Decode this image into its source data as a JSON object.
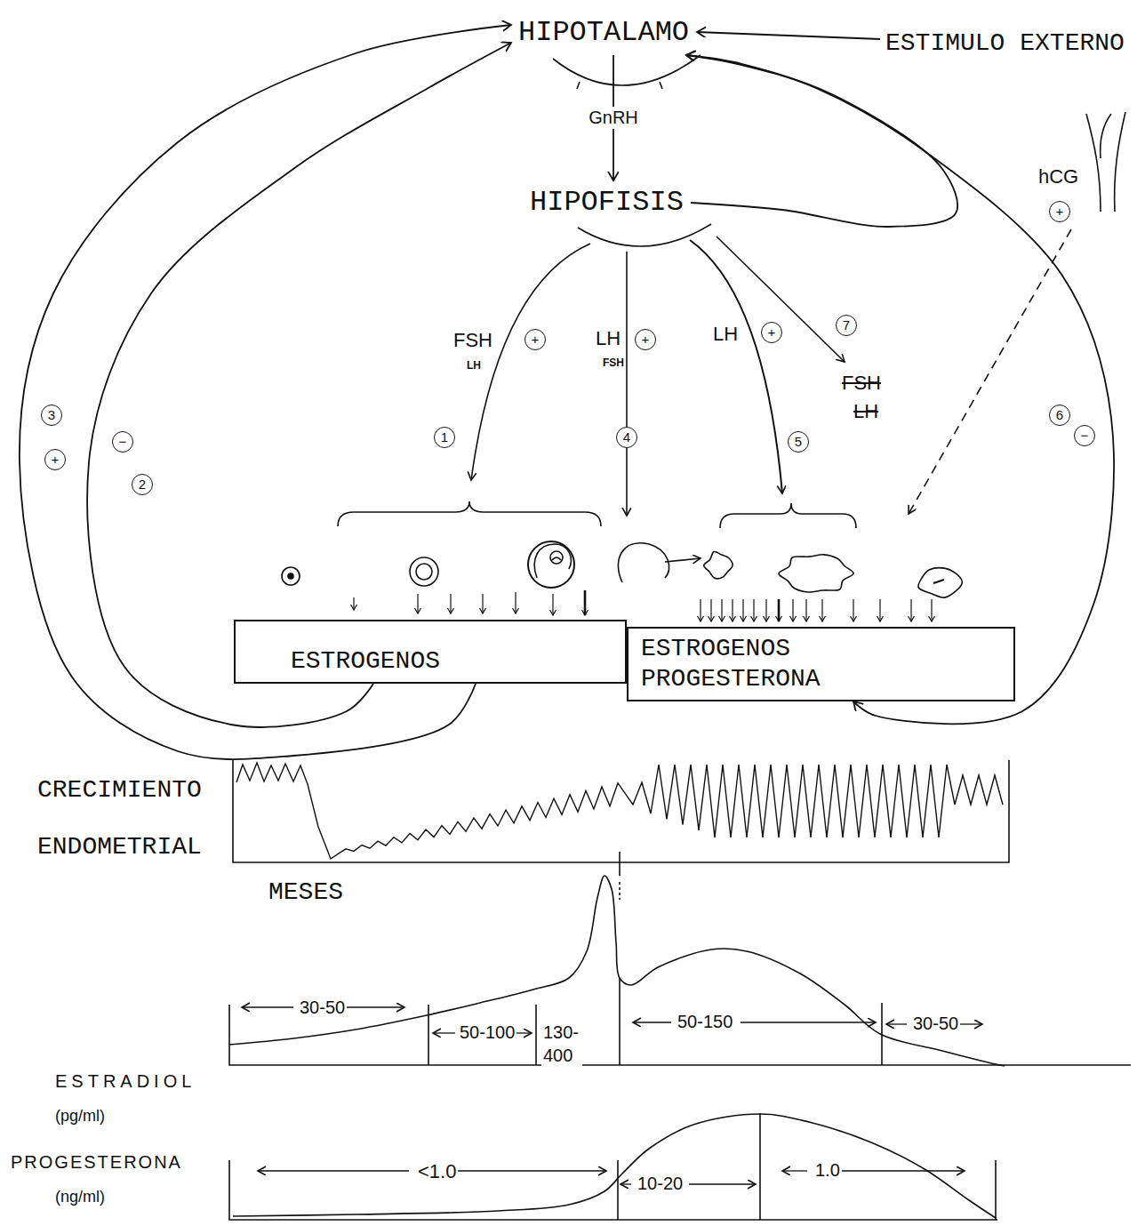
{
  "diagram": {
    "nodes": [
      {
        "text": [
          "HIPOTALAMO"
        ]
      },
      {
        "text": [
          "ESTIMULO EXTERNO"
        ]
      },
      {
        "text": [
          "HIPOFISIS"
        ]
      },
      {
        "text": [
          "ESTROGENOS"
        ]
      },
      {
        "text": [
          "ESTROGENOS PROGESTERONA"
        ]
      }
    ],
    "edges": [
      {
        "from": 1,
        "to": 0,
        "arrow": "to"
      },
      {
        "from": 0,
        "to": 2,
        "label": "GnRH",
        "arrow": "to"
      },
      {
        "from": 2,
        "to": 0,
        "arrow": "to"
      },
      {
        "from": 3,
        "to": 0,
        "arrow": "to"
      },
      {
        "from": 3,
        "to": 0,
        "arrow": "to"
      },
      {
        "from": 4,
        "to": 0,
        "arrow": "both"
      }
    ],
    "labels": [
      "FSH",
      "+",
      "LH",
      "1",
      "LH",
      "+",
      "FSH",
      "4",
      "LH",
      "+",
      "5",
      "7",
      "FSH",
      "LH",
      "hCG",
      "+",
      "6",
      "−",
      "3",
      "+",
      "−",
      "2",
      "CRECIMIENTO ENDOMETRIAL",
      "MESES",
      "ESTRADIOL",
      "(pg/ml)",
      "30-50",
      "50-100",
      "130-400",
      "50-150",
      "30-50",
      "PROGESTERONA",
      "(ng/ml)",
      "<1.0",
      "10-20",
      "1.0"
    ]
  }
}
